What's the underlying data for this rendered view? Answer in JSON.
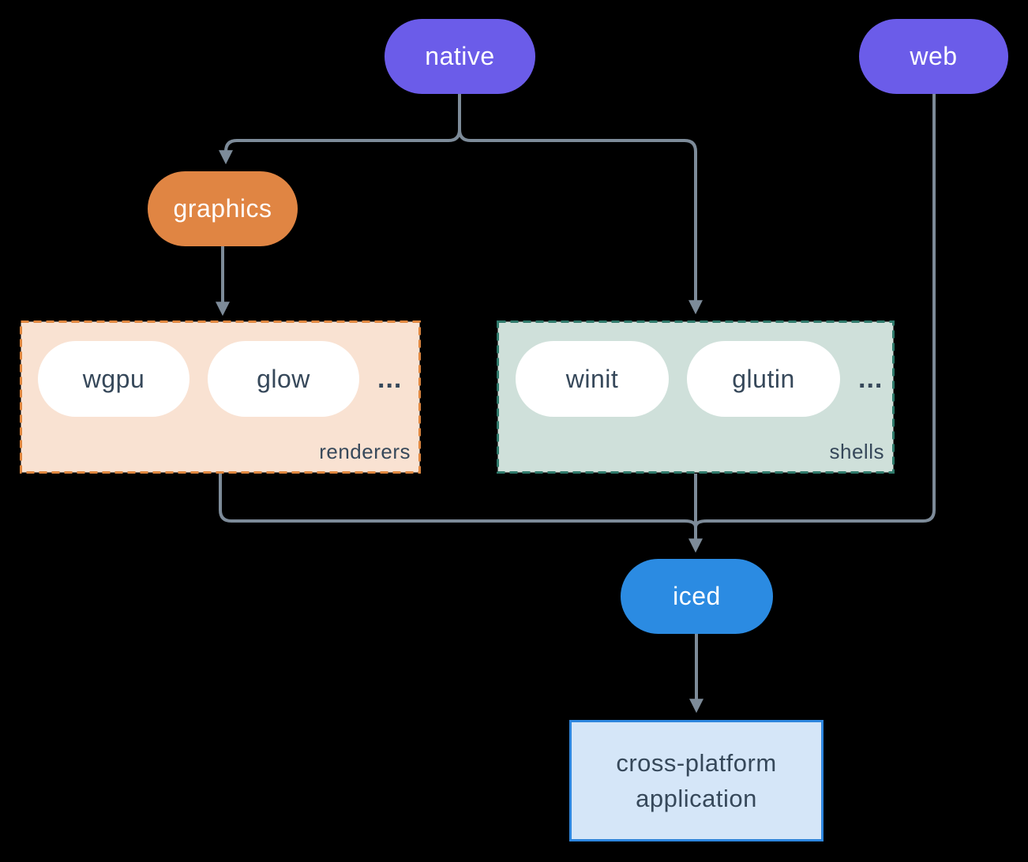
{
  "diagram": {
    "background_color": "#000000",
    "arrow_color": "#7D8B99",
    "nodes": {
      "native": {
        "label": "native",
        "color": "#6B5CE9",
        "text_color": "#FFFFFF"
      },
      "web": {
        "label": "web",
        "color": "#6B5CE9",
        "text_color": "#FFFFFF"
      },
      "graphics": {
        "label": "graphics",
        "color": "#E08543",
        "text_color": "#FFFFFF"
      },
      "iced": {
        "label": "iced",
        "color": "#2B8BE2",
        "text_color": "#FFFFFF"
      },
      "application": {
        "label_line1": "cross-platform",
        "label_line2": "application",
        "fill_color": "#D5E6F8",
        "border_color": "#2E86DE",
        "text_color": "#36485A"
      }
    },
    "groups": {
      "renderers": {
        "label": "renderers",
        "fill_color": "#F9E2D2",
        "border_color": "#E0873F",
        "text_color": "#36485A",
        "items": [
          "wgpu",
          "glow"
        ],
        "ellipsis": "..."
      },
      "shells": {
        "label": "shells",
        "fill_color": "#CFE0DA",
        "border_color": "#2F7A6B",
        "text_color": "#36485A",
        "items": [
          "winit",
          "glutin"
        ],
        "ellipsis": "..."
      }
    },
    "edges": [
      {
        "from": "native",
        "to": "graphics"
      },
      {
        "from": "native",
        "to": "shells"
      },
      {
        "from": "graphics",
        "to": "renderers"
      },
      {
        "from": "renderers",
        "to": "iced"
      },
      {
        "from": "shells",
        "to": "iced"
      },
      {
        "from": "web",
        "to": "iced"
      },
      {
        "from": "iced",
        "to": "application"
      }
    ]
  }
}
